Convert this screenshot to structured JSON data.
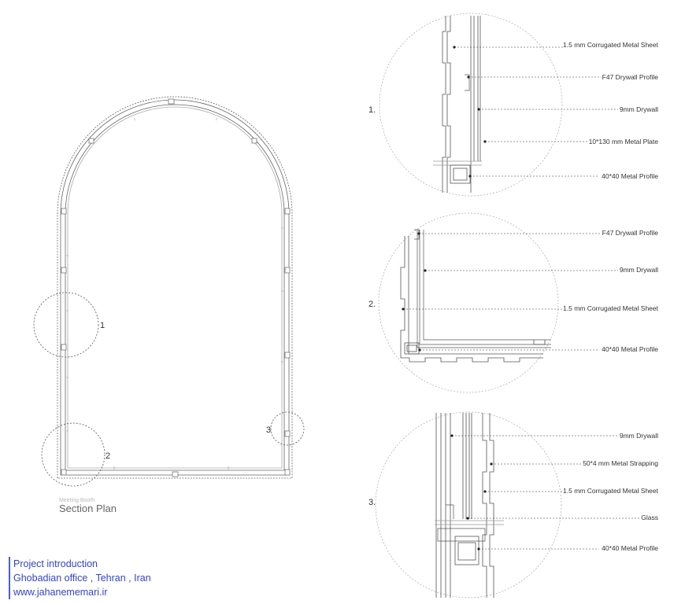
{
  "plan": {
    "subtitle": "Meeting Booth",
    "title": "Section Plan",
    "callout_numbers": [
      "1",
      "2",
      "3"
    ]
  },
  "details": [
    {
      "number": "1.",
      "labels": [
        "1.5 mm Corrugated Metal Sheet",
        "F47 Drywall Profile",
        "9mm Drywall",
        "10*130 mm Metal Plate",
        "40*40 Metal Profile"
      ]
    },
    {
      "number": "2.",
      "labels": [
        "F47 Drywall Profile",
        "9mm Drywall",
        "1.5 mm Corrugated Metal Sheet",
        "40*40 Metal Profile"
      ]
    },
    {
      "number": "3.",
      "labels": [
        "9mm Drywall",
        "50*4 mm Metal Strapping",
        "1.5 mm Corrugated Metal Sheet",
        "Glass",
        "40*40 Metal Profile"
      ]
    }
  ],
  "credits": [
    "Project introduction",
    "Ghobadian office , Tehran , Iran",
    "www.jahanememari.ir"
  ],
  "colors": {
    "line": "#555555",
    "light": "#aaaaaa",
    "credit": "#3344c8"
  }
}
